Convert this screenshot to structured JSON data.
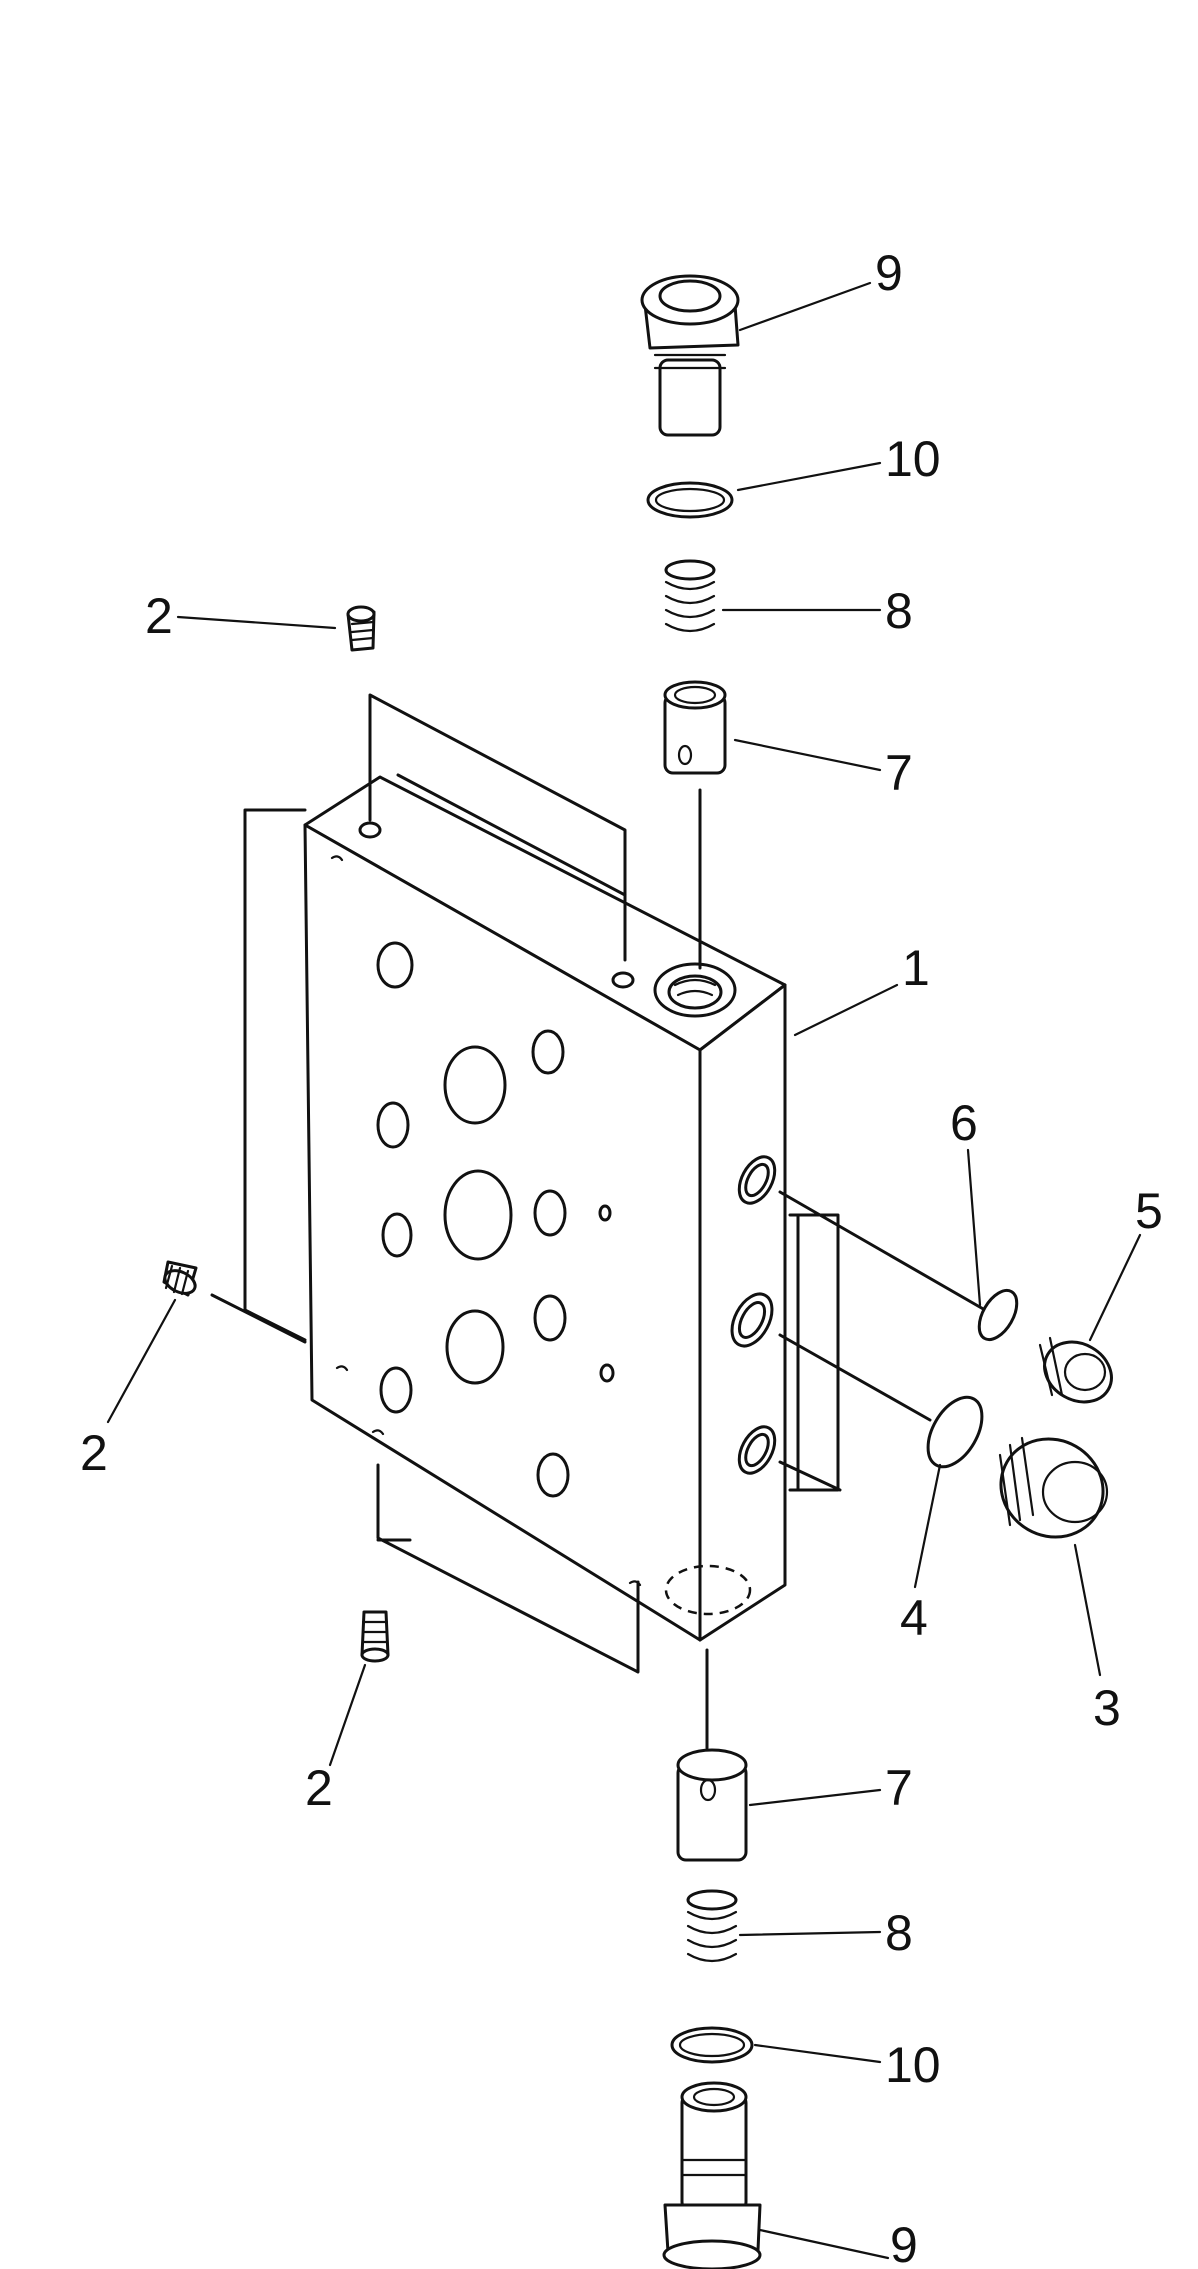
{
  "diagram": {
    "callouts": [
      {
        "id": "c9-top",
        "text": "9"
      },
      {
        "id": "c10-top",
        "text": "10"
      },
      {
        "id": "c8-top",
        "text": "8"
      },
      {
        "id": "c2-topleft",
        "text": "2"
      },
      {
        "id": "c7-top",
        "text": "7"
      },
      {
        "id": "c1",
        "text": "1"
      },
      {
        "id": "c6",
        "text": "6"
      },
      {
        "id": "c5",
        "text": "5"
      },
      {
        "id": "c2-left",
        "text": "2"
      },
      {
        "id": "c4",
        "text": "4"
      },
      {
        "id": "c3",
        "text": "3"
      },
      {
        "id": "c2-bottom",
        "text": "2"
      },
      {
        "id": "c7-bottom",
        "text": "7"
      },
      {
        "id": "c8-bottom",
        "text": "8"
      },
      {
        "id": "c10-bottom",
        "text": "10"
      },
      {
        "id": "c9-bottom",
        "text": "9"
      }
    ]
  }
}
